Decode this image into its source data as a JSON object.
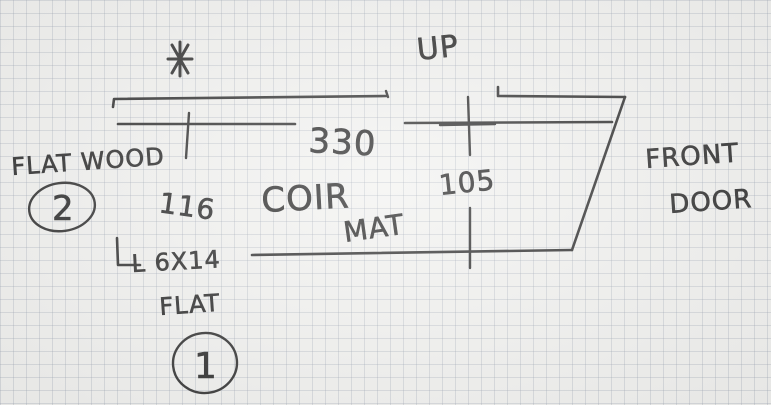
{
  "sketch": {
    "labels": {
      "up": "UP",
      "flat_wood": "FLAT WOOD",
      "left_bottom": "L 6X14",
      "flat_bottom": "FLAT",
      "width": "330",
      "depth_left": "116",
      "depth_right": "105",
      "coir": "COIR",
      "mat": "MAT",
      "front": "FRONT",
      "door": "DOOR",
      "circle_two": "2",
      "circle_one": "1"
    },
    "colors": {
      "ink": "#3a3a3a",
      "paper": "#f3f3f1",
      "grid": "#969faf"
    },
    "icons": {
      "asterisk": "asterisk-star-icon"
    }
  }
}
